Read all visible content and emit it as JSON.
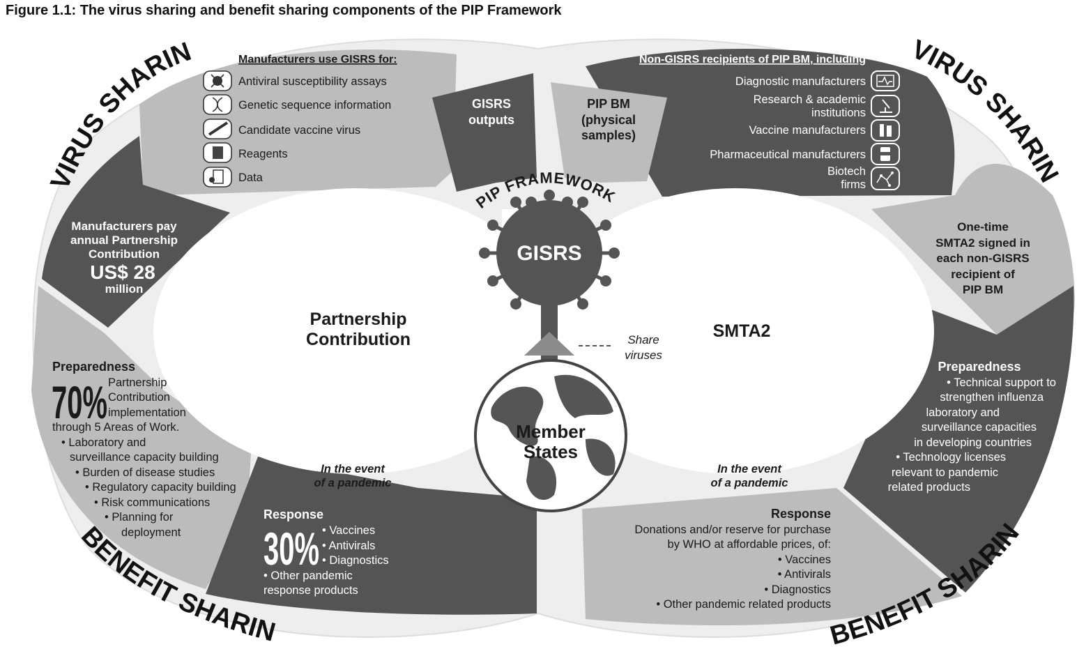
{
  "figure_title": "Figure 1.1: The virus sharing and benefit sharing components of the PIP Framework",
  "ring_labels": {
    "virus_left": "VIRUS SHARING",
    "virus_right": "VIRUS SHARING",
    "benefit_left": "BENEFIT SHARING",
    "benefit_right": "BENEFIT SHARING"
  },
  "center": {
    "framework_label": "PIP FRAMEWORK",
    "gisrs": "GISRS",
    "gisrs_outputs": [
      "GISRS",
      "outputs"
    ],
    "pip_bm": [
      "PIP BM",
      "(physical",
      "samples)"
    ],
    "share_viruses": [
      "Share",
      "viruses"
    ],
    "member_states": [
      "Member",
      "States"
    ],
    "partnership_contribution": [
      "Partnership",
      "Contribution"
    ],
    "smta2": "SMTA2",
    "pandemic_left": [
      "In the event",
      "of a pandemic"
    ],
    "pandemic_right": [
      "In the event",
      "of a pandemic"
    ]
  },
  "manufacturers_use": {
    "heading": "Manufacturers use GISRS for:",
    "items": [
      {
        "label": "Antiviral susceptibility assays",
        "icon": "virus-icon"
      },
      {
        "label": "Genetic sequence information",
        "icon": "dna-icon"
      },
      {
        "label": "Candidate vaccine virus",
        "icon": "syringe-icon"
      },
      {
        "label": "Reagents",
        "icon": "beaker-icon"
      },
      {
        "label": "Data",
        "icon": "document-gear-icon"
      }
    ]
  },
  "non_gisrs": {
    "heading": "Non-GISRS recipients of PIP BM, including",
    "items": [
      {
        "label": [
          "Diagnostic manufacturers"
        ],
        "icon": "monitor-pulse-icon"
      },
      {
        "label": [
          "Research & academic",
          "institutions"
        ],
        "icon": "microscope-icon"
      },
      {
        "label": [
          "Vaccine manufacturers"
        ],
        "icon": "vials-icon"
      },
      {
        "label": [
          "Pharmaceutical manufacturers"
        ],
        "icon": "pill-bottle-icon"
      },
      {
        "label": [
          "Biotech",
          "firms"
        ],
        "icon": "molecule-icon"
      }
    ]
  },
  "partnership_payment": {
    "lines": [
      "Manufacturers pay",
      "annual Partnership",
      "Contribution"
    ],
    "amount": "US$ 28",
    "unit": "million"
  },
  "smta2_signed": [
    "One-time",
    "SMTA2 signed in",
    "each non-GISRS",
    "recipient of",
    "PIP BM"
  ],
  "preparedness_left": {
    "title": "Preparedness",
    "percent": "70%",
    "desc": [
      "Partnership",
      "Contribution",
      "implementation"
    ],
    "through": "through 5 Areas of Work.",
    "bullets": [
      "• Laboratory and",
      "surveillance capacity building",
      "• Burden of disease studies",
      "• Regulatory capacity building",
      "• Risk communications",
      "• Planning for",
      "deployment"
    ]
  },
  "response_left": {
    "title": "Response",
    "percent": "30%",
    "bullets": [
      "• Vaccines",
      "• Antivirals",
      "• Diagnostics"
    ],
    "extra": [
      "• Other pandemic",
      "response products"
    ]
  },
  "preparedness_right": {
    "title": "Preparedness",
    "lines": [
      "• Technical support to",
      "strengthen influenza",
      "laboratory and",
      "surveillance capacities",
      "in developing countries",
      "• Technology licenses",
      "relevant to pandemic",
      "related products"
    ]
  },
  "response_right": {
    "title": "Response",
    "lines": [
      "Donations and/or reserve for purchase",
      "by WHO at affordable prices, of:",
      "• Vaccines",
      "• Antivirals",
      "• Diagnostics",
      "• Other pandemic related products"
    ]
  },
  "colors": {
    "dark": "#545454",
    "light": "#bcbcbc",
    "ring": "#e4e4e4",
    "white": "#ffffff"
  }
}
